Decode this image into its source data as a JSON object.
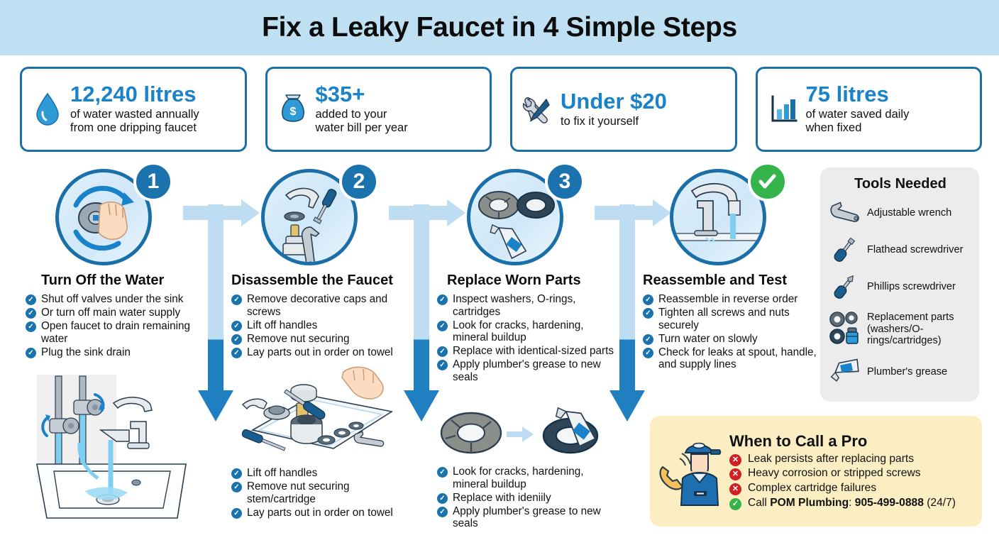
{
  "header": {
    "title": "Fix a Leaky Faucet in 4 Simple Steps"
  },
  "colors": {
    "header_band": "#bfdff2",
    "accent_blue": "#1a82c8",
    "border_blue": "#1a6fa8",
    "check_blue": "#1a73ad",
    "arrow_light": "#bedcf2",
    "arrow_dark": "#1f7fc0",
    "green": "#34b44a",
    "red": "#cf2026",
    "tools_bg": "#ececec",
    "pro_bg": "#fbeec2"
  },
  "stats": [
    {
      "icon": "water-drop-icon",
      "value": "12,240 litres",
      "lines": [
        "of water wasted annually",
        "from one dripping faucet"
      ]
    },
    {
      "icon": "money-bag-icon",
      "value": "$35+",
      "lines": [
        "added to your",
        "water bill per year"
      ]
    },
    {
      "icon": "wrench-screwdriver-icon",
      "value": "Under $20",
      "lines": [
        "to fix it yourself"
      ]
    },
    {
      "icon": "bar-chart-icon",
      "value": "75 litres",
      "lines": [
        "of water saved daily",
        "when fixed"
      ]
    }
  ],
  "steps": [
    {
      "badge": "1",
      "badge_type": "number",
      "icon": "hand-turning-valve-icon",
      "title": "Turn Off the Water",
      "items": [
        "Shut off valves under the sink",
        "Or turn off main water supply",
        "Open faucet to drain remaining water",
        "Plug the sink drain"
      ],
      "extra_items": [],
      "illustration": "sink-shutoff-valves-illustration"
    },
    {
      "badge": "2",
      "badge_type": "number",
      "icon": "faucet-parts-tools-icon",
      "title": "Disassemble the Faucet",
      "items": [
        "Remove decorative caps and screws",
        "Lift off handles",
        "Remove nut securing",
        "Lay parts out in order on towel"
      ],
      "extra_items": [
        "Lift off handles",
        "Remove nut securing stem/cartridge",
        "Lay parts out in order on towel"
      ],
      "illustration": "disassembled-parts-on-towel-illustration"
    },
    {
      "badge": "3",
      "badge_type": "number",
      "icon": "washer-oring-grease-icon",
      "title": "Replace Worn Parts",
      "items": [
        "Inspect washers, O-rings, cartridges",
        "Look for cracks, hardening, mineral buildup",
        "Replace with identical-sized parts",
        "Apply plumber's grease to new seals"
      ],
      "extra_items": [
        "Look for cracks, hardening, mineral buildup",
        "Replace with ideniily",
        "Apply plumber's grease to new seals"
      ],
      "illustration": "old-vs-new-washer-illustration"
    },
    {
      "badge": "check",
      "badge_type": "check",
      "icon": "running-faucet-icon",
      "title": "Reassemble and Test",
      "items": [
        "Reassemble in reverse order",
        "Tighten all screws and nuts securely",
        "Turn water on slowly",
        "Check for leaks at spout, handle, and supply lines"
      ],
      "extra_items": [],
      "illustration": ""
    }
  ],
  "tools": {
    "title": "Tools Needed",
    "items": [
      {
        "icon": "adjustable-wrench-icon",
        "label": "Adjustable wrench"
      },
      {
        "icon": "flathead-screwdriver-icon",
        "label": "Flathead screwdriver"
      },
      {
        "icon": "phillips-screwdriver-icon",
        "label": "Phillips screwdriver"
      },
      {
        "icon": "replacement-parts-icon",
        "label": "Replacement parts (washers/O-rings/cartridges)"
      },
      {
        "icon": "grease-tube-icon",
        "label": "Plumber's grease"
      }
    ]
  },
  "pro": {
    "title": "When to Call a Pro",
    "icon": "plumber-phone-icon",
    "items": [
      {
        "type": "warning",
        "text": "Leak persists after replacing parts"
      },
      {
        "type": "warning",
        "text": "Heavy corrosion or stripped screws"
      },
      {
        "type": "warning",
        "text": "Complex cartridge failures"
      }
    ],
    "cta": {
      "type": "ok",
      "prefix": "Call ",
      "company": "POM Plumbing",
      "separator": ": ",
      "phone": "905-499-0888",
      "suffix": " (24/7)"
    }
  }
}
